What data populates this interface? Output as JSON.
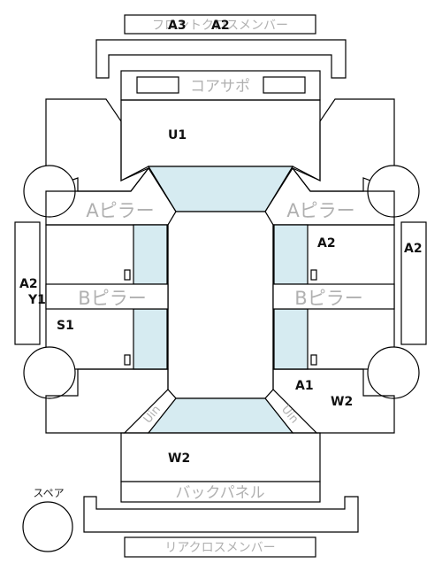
{
  "labels": {
    "front_cross_member": "フロントクロスメンバー",
    "core_support": "コアサポ",
    "a_pillar": "Aピラー",
    "b_pillar": "Bピラー",
    "back_panel": "バックパネル",
    "rear_cross_member": "リアクロスメンバー",
    "spare": "スペア",
    "inner_left": "Uin",
    "inner_right": "Uin"
  },
  "marks": {
    "a3": "A3",
    "a2_top": "A2",
    "u1": "U1",
    "a2_right_front": "A2",
    "a2_right_side": "A2",
    "a2_left": "A2",
    "y1": "Y1",
    "s1": "S1",
    "a1": "A1",
    "w2_right": "W2",
    "w2_bottom": "W2"
  },
  "colors": {
    "glass": "#d6ebf1",
    "label_gray": "#b0b0b0",
    "outline": "#000000"
  }
}
